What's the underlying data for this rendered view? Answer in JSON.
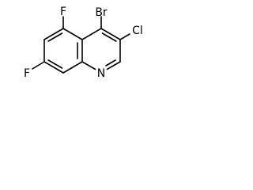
{
  "molecule": {
    "atoms": {
      "br": "Br",
      "cl": "Cl",
      "f_top": "F",
      "f_left": "F",
      "n": "N"
    }
  },
  "colors": {
    "bond": "#000000",
    "label": "#000000",
    "background": "#ffffff"
  }
}
